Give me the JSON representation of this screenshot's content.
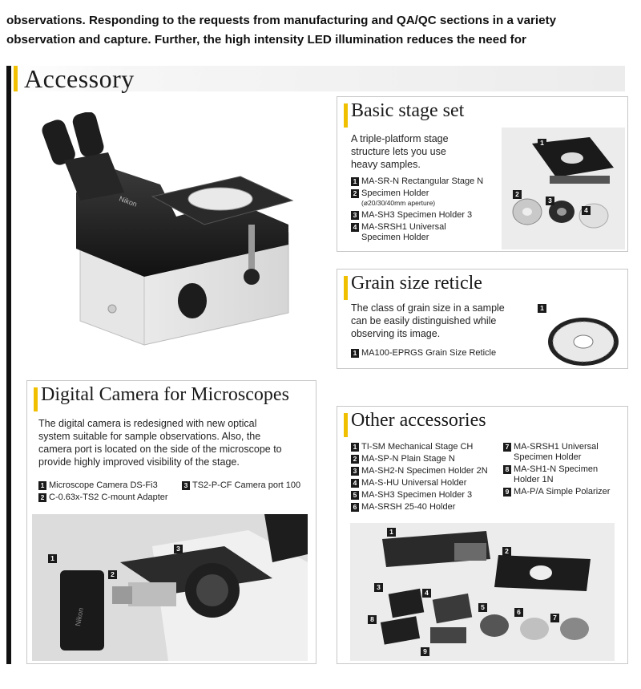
{
  "intro": {
    "line1": "observations. Responding to the requests from manufacturing and QA/QC sections in a variety",
    "line2": "observation and capture.  Further, the high intensity LED illumination reduces the need for"
  },
  "section": {
    "title": "Accessory"
  },
  "basic_stage": {
    "title": "Basic stage set",
    "desc": [
      "A triple-platform stage",
      "structure lets you use",
      "heavy samples."
    ],
    "items": [
      {
        "n": "1",
        "label": "MA-SR-N Rectangular Stage N"
      },
      {
        "n": "2",
        "label": "Specimen Holder",
        "sub": "(ø20/30/40mm aperture)"
      },
      {
        "n": "3",
        "label": "MA-SH3 Specimen Holder 3"
      },
      {
        "n": "4",
        "label": "MA-SRSH1 Universal",
        "label2": "Specimen Holder"
      }
    ]
  },
  "grain": {
    "title": "Grain size reticle",
    "desc": [
      "The class of grain size in a sample",
      "can be easily distinguished while",
      "observing its image."
    ],
    "items": [
      {
        "n": "1",
        "label": "MA100-EPRGS Grain Size Reticle"
      }
    ]
  },
  "camera": {
    "title": "Digital Camera for Microscopes",
    "desc": [
      "The digital camera is redesigned with new optical",
      "system suitable for sample observations. Also, the",
      "camera port is located on the side of the microscope to",
      "provide highly improved visibility of the stage."
    ],
    "items": [
      {
        "n": "1",
        "label": "Microscope Camera DS-Fi3"
      },
      {
        "n": "2",
        "label": "C-0.63x-TS2 C-mount Adapter"
      },
      {
        "n": "3",
        "label": "TS2-P-CF Camera port 100"
      }
    ],
    "brand": "Nikon"
  },
  "other": {
    "title": "Other accessories",
    "items_left": [
      {
        "n": "1",
        "label": "TI-SM Mechanical Stage CH"
      },
      {
        "n": "2",
        "label": "MA-SP-N Plain Stage N"
      },
      {
        "n": "3",
        "label": "MA-SH2-N Specimen Holder 2N"
      },
      {
        "n": "4",
        "label": "MA-S-HU Universal Holder"
      },
      {
        "n": "5",
        "label": "MA-SH3 Specimen Holder 3"
      },
      {
        "n": "6",
        "label": "MA-SRSH 25-40 Holder"
      }
    ],
    "items_right": [
      {
        "n": "7",
        "label": "MA-SRSH1 Universal",
        "label2": "Specimen Holder"
      },
      {
        "n": "8",
        "label": "MA-SH1-N Specimen",
        "label2": "Holder 1N"
      },
      {
        "n": "9",
        "label": "MA-P/A Simple Polarizer"
      }
    ]
  },
  "microscope_brand": "Nikon",
  "photo_numbers": [
    "1",
    "2",
    "3",
    "4",
    "5",
    "6",
    "7",
    "8",
    "9"
  ]
}
